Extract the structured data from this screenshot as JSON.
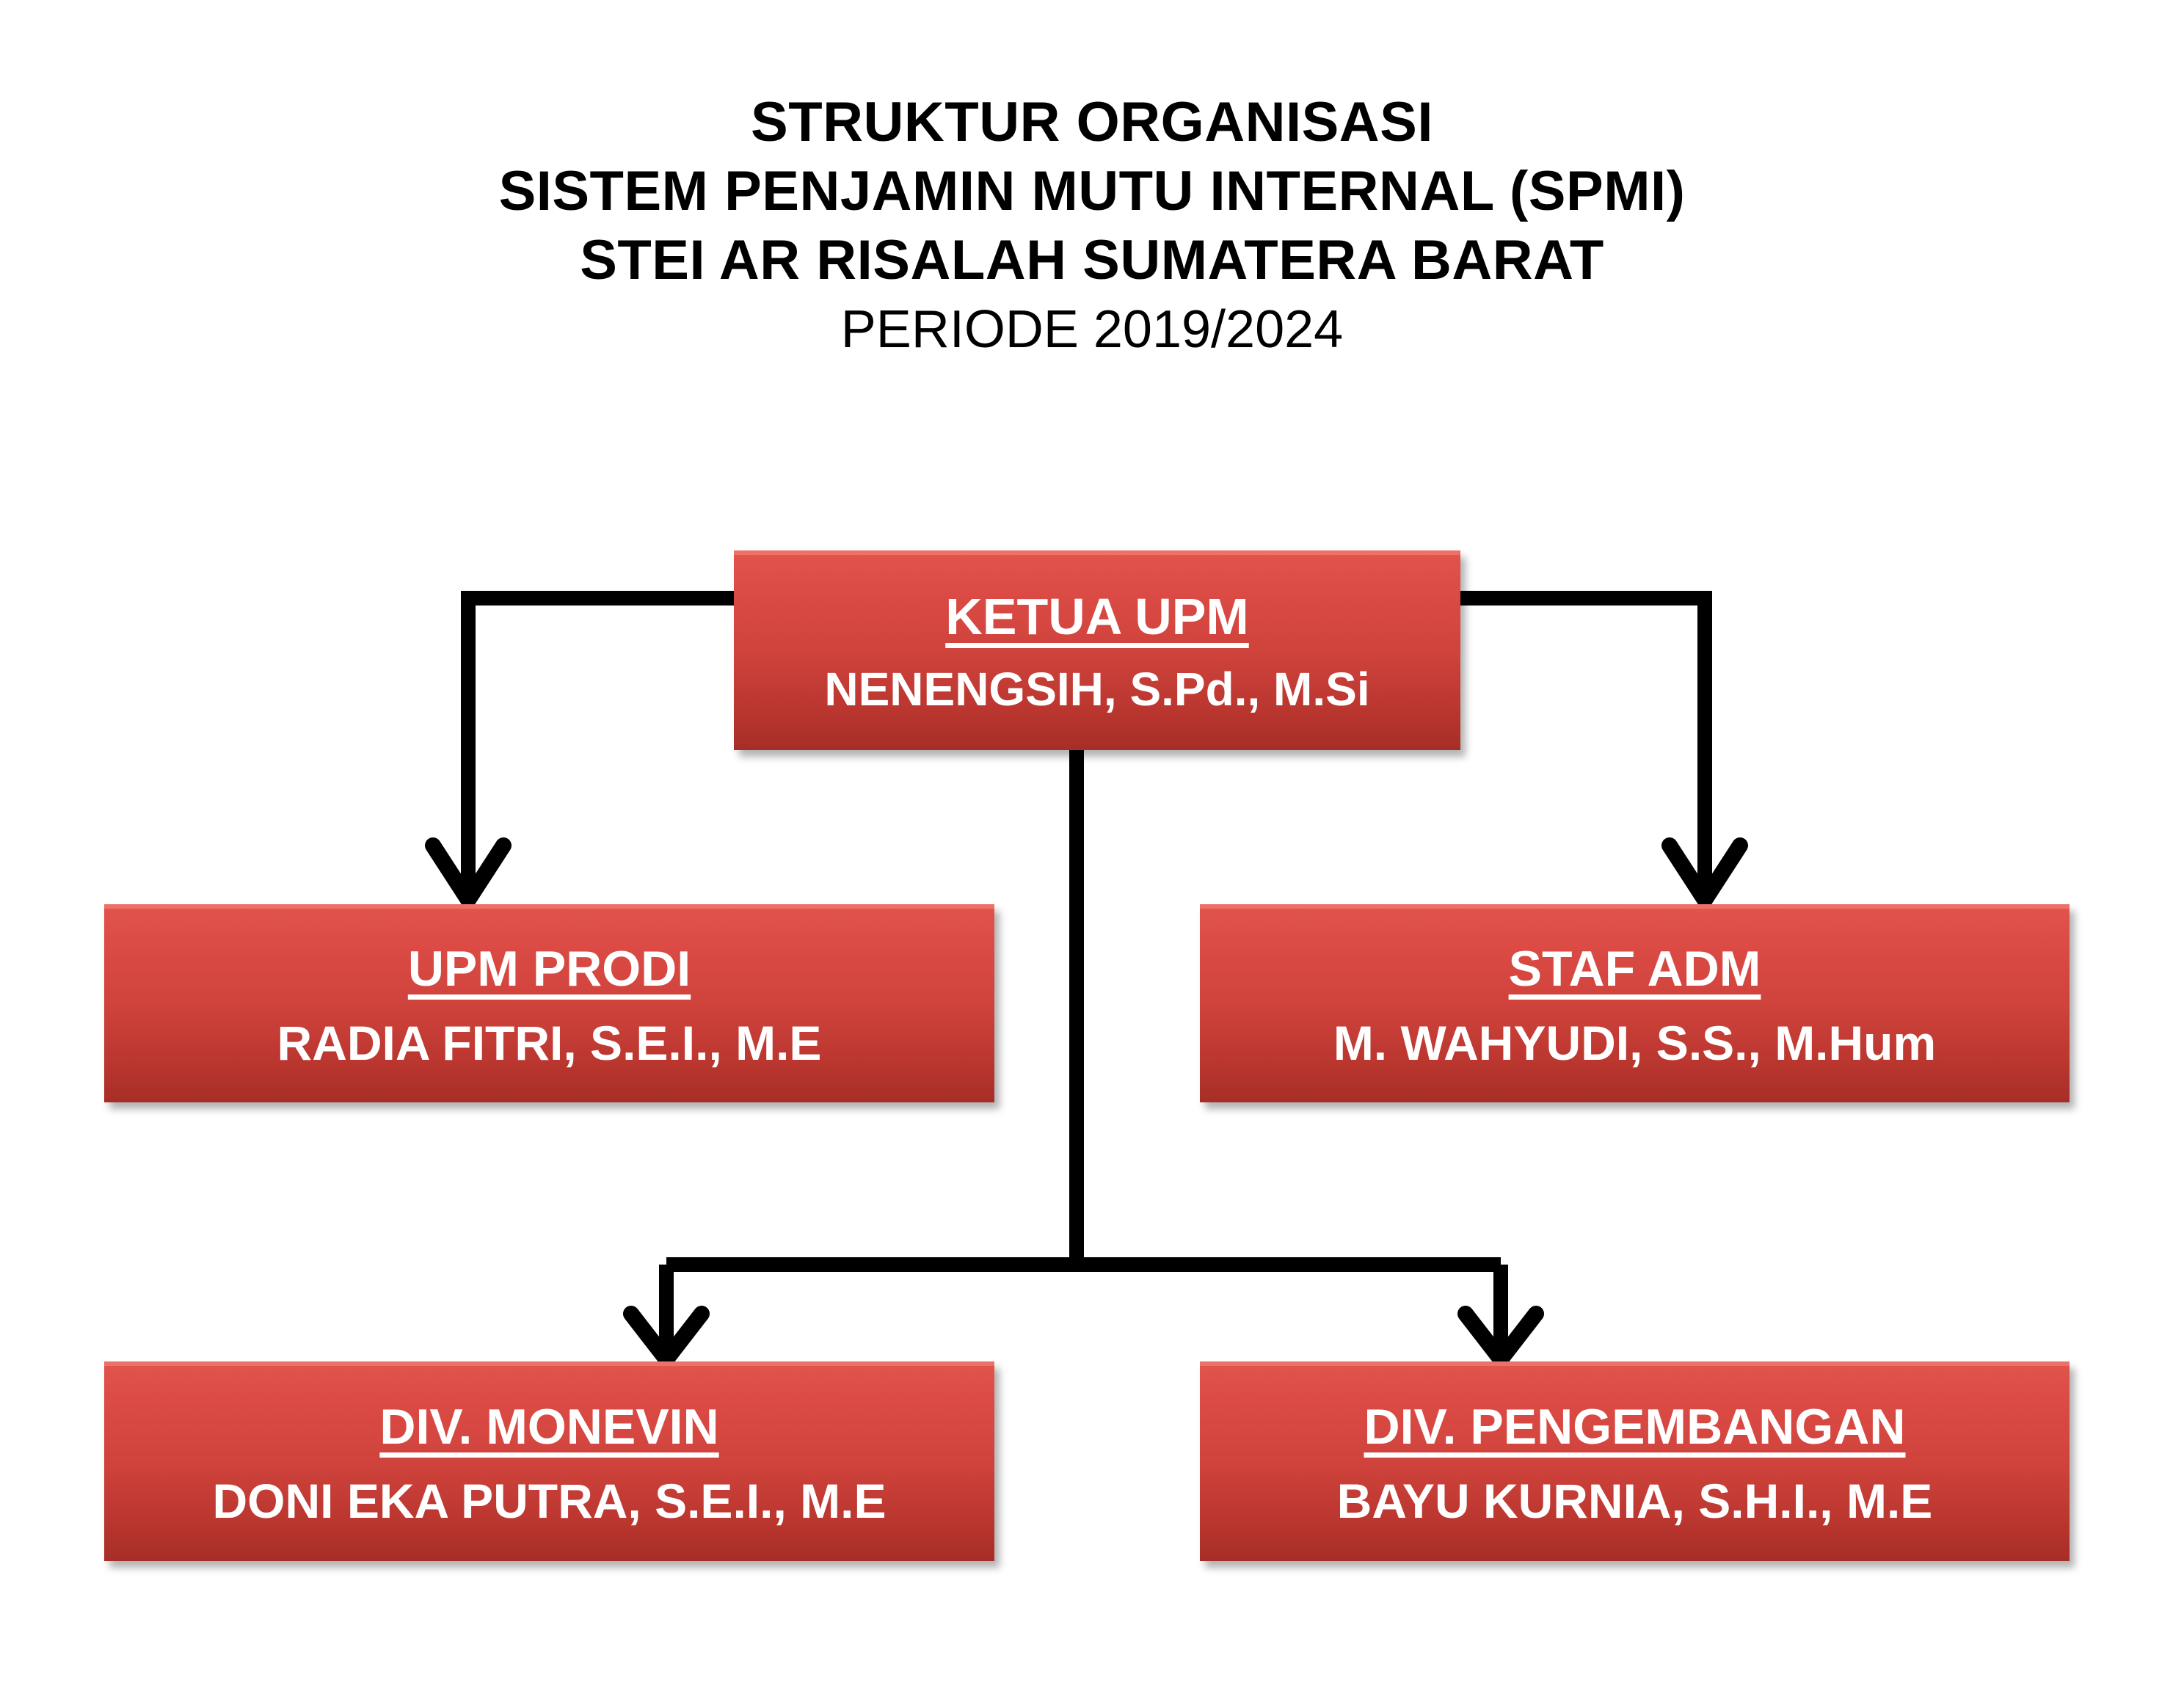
{
  "title": {
    "line1": "STRUKTUR ORGANISASI",
    "line2": "SISTEM PENJAMIN MUTU INTERNAL (SPMI)",
    "line3": "STEI AR RISALAH SUMATERA BARAT",
    "line4": "PERIODE 2019/2024"
  },
  "colors": {
    "box_fill_top": "#e0544c",
    "box_fill_bottom": "#a62e27",
    "box_highlight": "#ee7168",
    "text_on_box": "#ffffff",
    "connector": "#000000",
    "title_text": "#000000",
    "background": "#ffffff"
  },
  "chart": {
    "type": "org-chart",
    "nodes": [
      {
        "id": "ketua-upm",
        "title": "KETUA UPM",
        "name": "NENENGSIH, S.Pd., M.Si",
        "level": 0
      },
      {
        "id": "upm-prodi",
        "title": "UPM PRODI",
        "name": "RADIA FITRI, S.E.I., M.E",
        "level": 1
      },
      {
        "id": "staf-adm",
        "title": "STAF ADM",
        "name": "M. WAHYUDI, S.S., M.Hum",
        "level": 1
      },
      {
        "id": "div-monevin",
        "title": "DIV. MONEVIN",
        "name": "DONI EKA PUTRA, S.E.I., M.E",
        "level": 2
      },
      {
        "id": "div-pengembangan",
        "title": "DIV. PENGEMBANGAN",
        "name": "BAYU KURNIA, S.H.I., M.E",
        "level": 2
      }
    ],
    "edges": [
      {
        "from": "ketua-upm",
        "to": "upm-prodi",
        "style": "elbow-left-arrow"
      },
      {
        "from": "ketua-upm",
        "to": "staf-adm",
        "style": "elbow-right-arrow"
      },
      {
        "from": "ketua-upm",
        "to": "div-monevin",
        "style": "tee-down-left-arrow"
      },
      {
        "from": "ketua-upm",
        "to": "div-pengembangan",
        "style": "tee-down-right-arrow"
      }
    ]
  }
}
